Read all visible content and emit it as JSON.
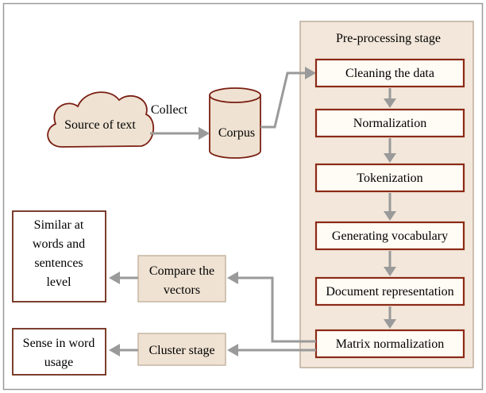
{
  "stage_title": "Pre-processing stage",
  "collect_label": "Collect",
  "source": "Source of text",
  "corpus": "Corpus",
  "steps": {
    "cleaning": "Cleaning the data",
    "normalization": "Normalization",
    "tokenization": "Tokenization",
    "vocabulary": "Generating vocabulary",
    "docrep": "Document representation",
    "matrix": "Matrix normalization"
  },
  "compare": [
    "Compare the",
    "vectors"
  ],
  "cluster": "Cluster stage",
  "similar": [
    "Similar at",
    "words and",
    "sentences",
    "level"
  ],
  "sense": [
    "Sense in word",
    "usage"
  ],
  "colors": {
    "step_border": "#8b2a16",
    "stage_fill": "#f2e7da",
    "arrow": "#9a9a9a"
  }
}
